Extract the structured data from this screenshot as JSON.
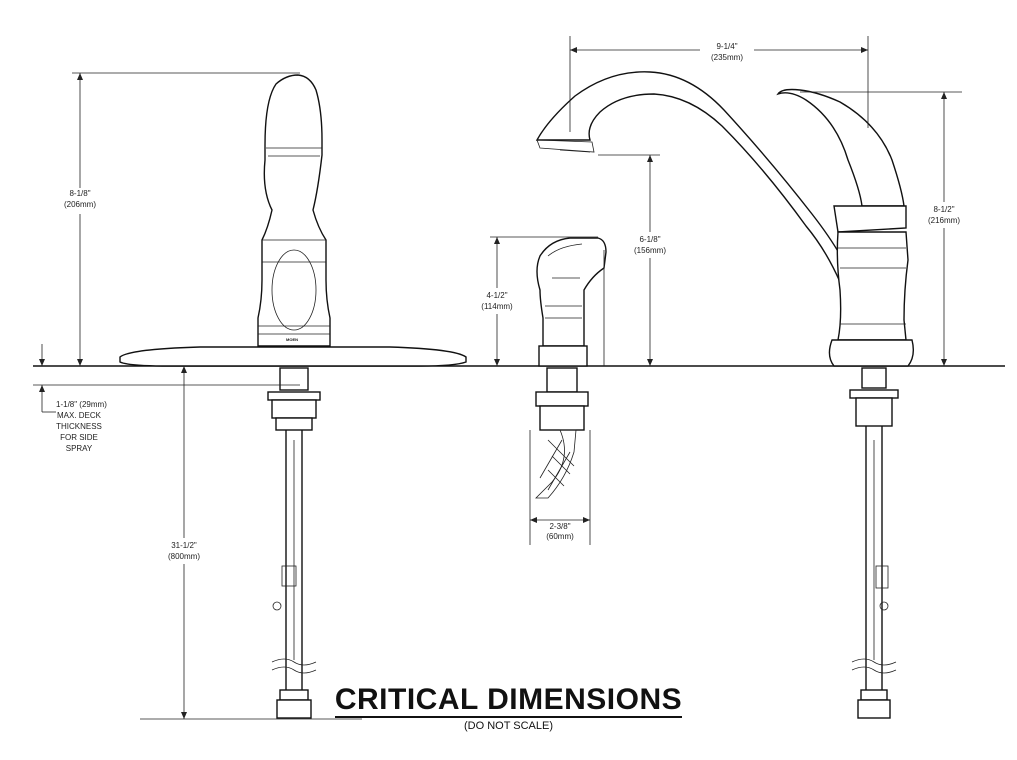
{
  "title": "CRITICAL DIMENSIONS",
  "subtitle": "(DO NOT SCALE)",
  "dimensions": {
    "front_height": {
      "value": "8-1/8\"",
      "metric": "(206mm)"
    },
    "deck": {
      "line1": "1-1/8\" (29mm)",
      "line2": "MAX. DECK",
      "line3": "THICKNESS",
      "line4": "FOR SIDE",
      "line5": "SPRAY"
    },
    "supply_length": {
      "value": "31-1/2\"",
      "metric": "(800mm)"
    },
    "spray_height": {
      "value": "4-1/2\"",
      "metric": "(114mm)"
    },
    "spray_width": {
      "value": "2-3/8\"",
      "metric": "(60mm)"
    },
    "spout_reach": {
      "value": "9-1/4\"",
      "metric": "(235mm)"
    },
    "spout_clearance": {
      "value": "6-1/8\"",
      "metric": "(156mm)"
    },
    "side_height": {
      "value": "8-1/2\"",
      "metric": "(216mm)"
    }
  },
  "logo_text": "MOEN"
}
